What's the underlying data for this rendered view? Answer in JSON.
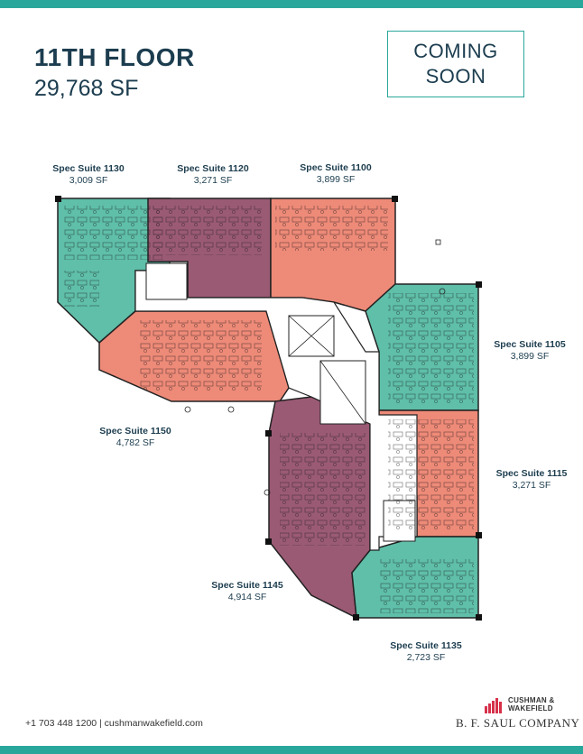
{
  "header": {
    "title": "11TH FLOOR",
    "area": "29,768 SF",
    "badge_line1": "COMING",
    "badge_line2": "SOON"
  },
  "suites": [
    {
      "name": "Spec Suite 1130",
      "area": "3,009 SF"
    },
    {
      "name": "Spec Suite 1120",
      "area": "3,271 SF"
    },
    {
      "name": "Spec Suite 1100",
      "area": "3,899 SF"
    },
    {
      "name": "Spec Suite 1105",
      "area": "3,899 SF"
    },
    {
      "name": "Spec Suite 1115",
      "area": "3,271 SF"
    },
    {
      "name": "Spec Suite 1150",
      "area": "4,782 SF"
    },
    {
      "name": "Spec Suite 1145",
      "area": "4,914 SF"
    },
    {
      "name": "Spec Suite 1135",
      "area": "2,723 SF"
    }
  ],
  "footer": {
    "contact": "+1 703 448 1200 | cushmanwakefield.com",
    "logo_line1": "CUSHMAN &",
    "logo_line2": "WAKEFIELD",
    "company": "B. F. SAUL COMPANY"
  },
  "colors": {
    "teal_suite": "#5fbfa9",
    "salmon_suite": "#ee8a78",
    "plum_suite": "#9b5a74",
    "brand_teal": "#2aa79b",
    "logo_red": "#d6314a"
  }
}
